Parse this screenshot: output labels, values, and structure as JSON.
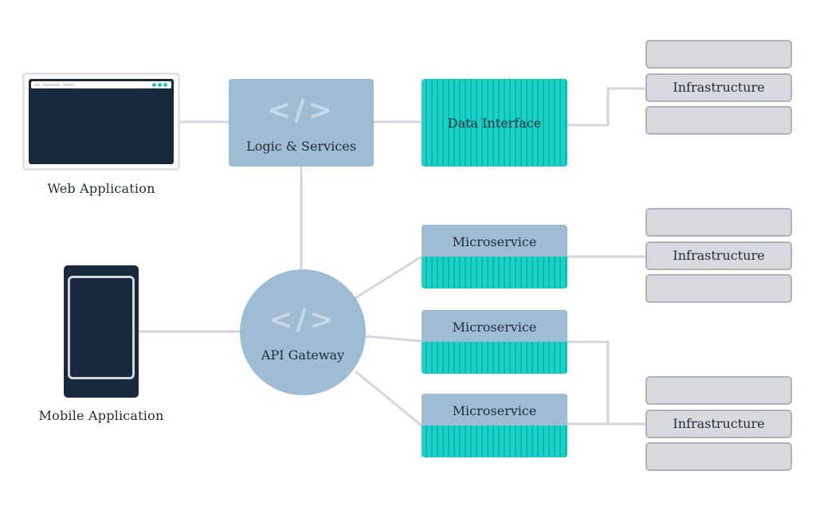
{
  "nodes": {
    "web_application": "Web Application",
    "mobile_application": "Mobile Application",
    "logic_services": "Logic & Services",
    "api_gateway": "API Gateway",
    "data_interface": "Data Interface",
    "microservice_1": "Microservice",
    "microservice_2": "Microservice",
    "microservice_3": "Microservice",
    "infrastructure_1": "Infrastructure",
    "infrastructure_2": "Infrastructure",
    "infrastructure_3": "Infrastructure"
  },
  "glyphs": {
    "code": "</>"
  },
  "colors": {
    "node_blue": "#9ebcd4",
    "teal": "#1ad2c8",
    "dark_navy": "#17293a",
    "infrastructure_gray": "#d7d9df",
    "connector": "#d4d6dc"
  }
}
